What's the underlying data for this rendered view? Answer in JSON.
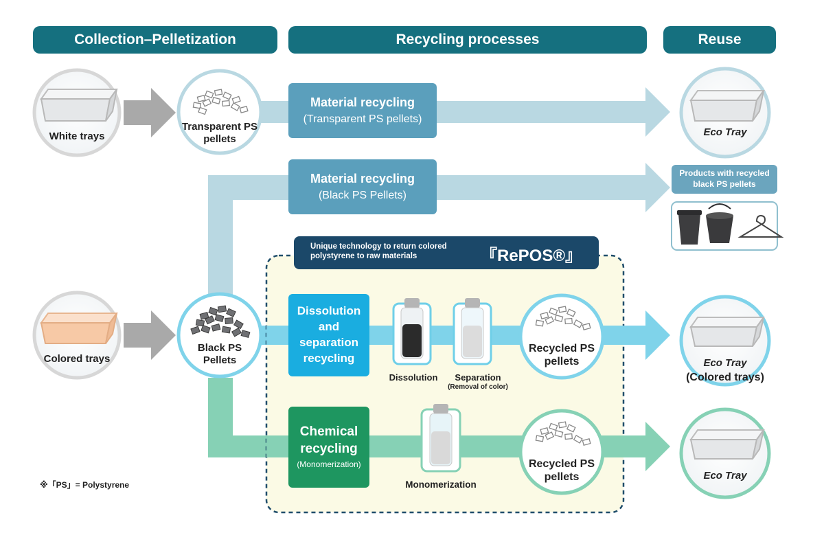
{
  "headers": {
    "collection": "Collection–Pelletization",
    "recycling": "Recycling processes",
    "reuse": "Reuse"
  },
  "inputs": {
    "white_trays": "White trays",
    "colored_trays": "Colored trays"
  },
  "pellets": {
    "transparent_line1": "Transparent PS",
    "transparent_line2": "pellets",
    "black_line1": "Black PS",
    "black_line2": "Pellets"
  },
  "processes": {
    "material_transparent_title": "Material recycling",
    "material_transparent_sub": "(Transparent PS pellets)",
    "material_black_title": "Material recycling",
    "material_black_sub": "(Black PS Pellets)",
    "dissolution_lines": [
      "Dissolution",
      "and",
      "separation",
      "recycling"
    ],
    "chemical_lines": [
      "Chemical",
      "recycling"
    ],
    "chemical_sub": "(Monomerization)"
  },
  "repos": {
    "tagline_line1": "Unique technology to return colored",
    "tagline_line2": "polystyrene to raw materials",
    "brand": "『RePOS®』"
  },
  "steps": {
    "dissolution": "Dissolution",
    "separation": "Separation",
    "separation_sub": "(Removal of color)",
    "monomerization": "Monomerization"
  },
  "recycled": {
    "line1": "Recycled PS",
    "line2": "pellets"
  },
  "outputs": {
    "eco_tray": "Eco Tray",
    "products_line1": "Products with recycled",
    "products_line2": "black PS pellets",
    "eco_tray_colored": "Eco Tray",
    "colored_trays_paren": "(Colored trays)",
    "eco_tray_chem": "Eco Tray"
  },
  "footnote": "※「PS」= Polystyrene",
  "colors": {
    "header": "#15707f",
    "light_flow": "#b9d8e2",
    "process_box": "#5b9fbc",
    "cyan_flow": "#7fd3ea",
    "cyan_box": "#1aade0",
    "green_flow": "#86d1b5",
    "green_box": "#1e9660",
    "repos_bg": "#fbf9e2",
    "repos_border": "#1f4d6b",
    "repos_banner": "#1b4869"
  }
}
